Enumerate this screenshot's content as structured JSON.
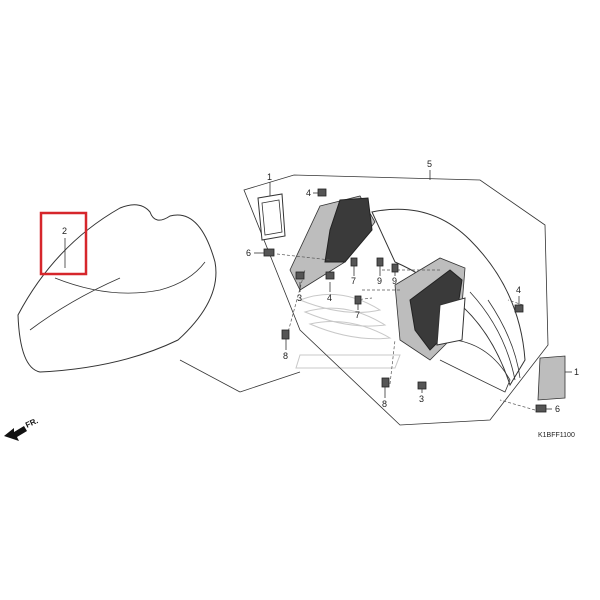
{
  "diagram": {
    "code": "K1BFF1100",
    "direction_label": "FR.",
    "highlight_color": "#d6262b",
    "callouts": [
      {
        "id": "c2",
        "label": "2"
      },
      {
        "id": "c5",
        "label": "5"
      },
      {
        "id": "c1-top",
        "label": "1"
      },
      {
        "id": "c1-right",
        "label": "1"
      },
      {
        "id": "c4-top",
        "label": "4"
      },
      {
        "id": "c4-mid",
        "label": "4"
      },
      {
        "id": "c4-right",
        "label": "4"
      },
      {
        "id": "c6-left",
        "label": "6"
      },
      {
        "id": "c6-right",
        "label": "6"
      },
      {
        "id": "c7-a",
        "label": "7"
      },
      {
        "id": "c7-b",
        "label": "7"
      },
      {
        "id": "c9-a",
        "label": "9"
      },
      {
        "id": "c9-b",
        "label": "9"
      },
      {
        "id": "c3-top",
        "label": "3"
      },
      {
        "id": "c3-bottom",
        "label": "3"
      },
      {
        "id": "c8-left",
        "label": "8"
      },
      {
        "id": "c8-bottom",
        "label": "8"
      }
    ]
  }
}
